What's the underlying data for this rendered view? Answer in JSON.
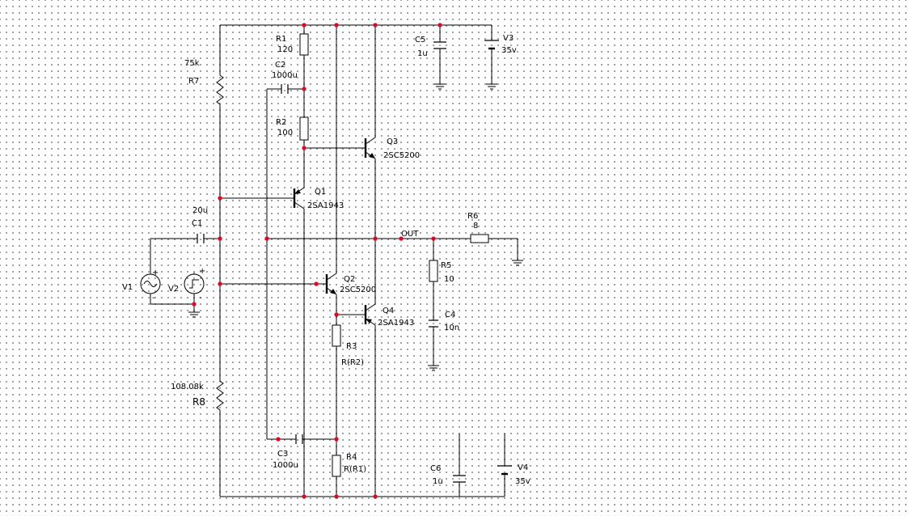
{
  "schematic": {
    "components": {
      "R1": {
        "ref": "R1",
        "value": "120"
      },
      "R2": {
        "ref": "R2",
        "value": "100"
      },
      "R3": {
        "ref": "R3",
        "value": "R(R2)"
      },
      "R4": {
        "ref": "R4",
        "value": "R(R1)"
      },
      "R5": {
        "ref": "R5",
        "value": "10"
      },
      "R6": {
        "ref": "R6",
        "value": "8"
      },
      "R7": {
        "ref": "R7",
        "value": "75k"
      },
      "R8": {
        "ref": "R8",
        "value": "108.08k"
      },
      "C1": {
        "ref": "C1",
        "value": "20u"
      },
      "C2": {
        "ref": "C2",
        "value": "1000u"
      },
      "C3": {
        "ref": "C3",
        "value": "1000u"
      },
      "C4": {
        "ref": "C4",
        "value": "10n"
      },
      "C5": {
        "ref": "C5",
        "value": "1u"
      },
      "C6": {
        "ref": "C6",
        "value": "1u"
      },
      "Q1": {
        "ref": "Q1",
        "value": "2SA1943"
      },
      "Q2": {
        "ref": "Q2",
        "value": "2SC5200"
      },
      "Q3": {
        "ref": "Q3",
        "value": "2SC5200"
      },
      "Q4": {
        "ref": "Q4",
        "value": "2SA1943"
      },
      "V1": {
        "ref": "V1"
      },
      "V2": {
        "ref": "V2"
      },
      "V3": {
        "ref": "V3",
        "value": "35v"
      },
      "V4": {
        "ref": "V4",
        "value": "35v"
      }
    },
    "net_labels": {
      "out": "OUT"
    },
    "source_pins": {
      "plus": "+",
      "minus": "-"
    },
    "colors": {
      "wire": "#000000",
      "junction": "#e8001c",
      "grid_dot": "#8a8a8a",
      "background": "#ffffff"
    }
  }
}
